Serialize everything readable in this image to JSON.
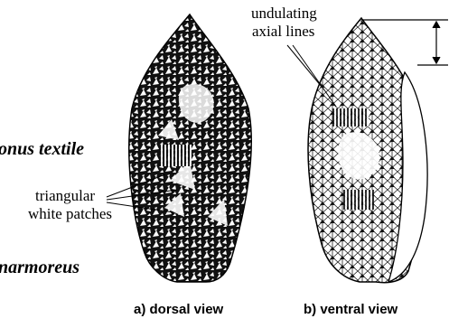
{
  "figure": {
    "species_labels": [
      "onus textile",
      "narmoreus"
    ],
    "annotations": {
      "undulating": "undulating",
      "axial_lines": "axial lines",
      "triangular": "triangular",
      "white_patches": "white patches"
    },
    "captions": {
      "dorsal": "a)  dorsal view",
      "ventral": "b)  ventral view"
    }
  }
}
